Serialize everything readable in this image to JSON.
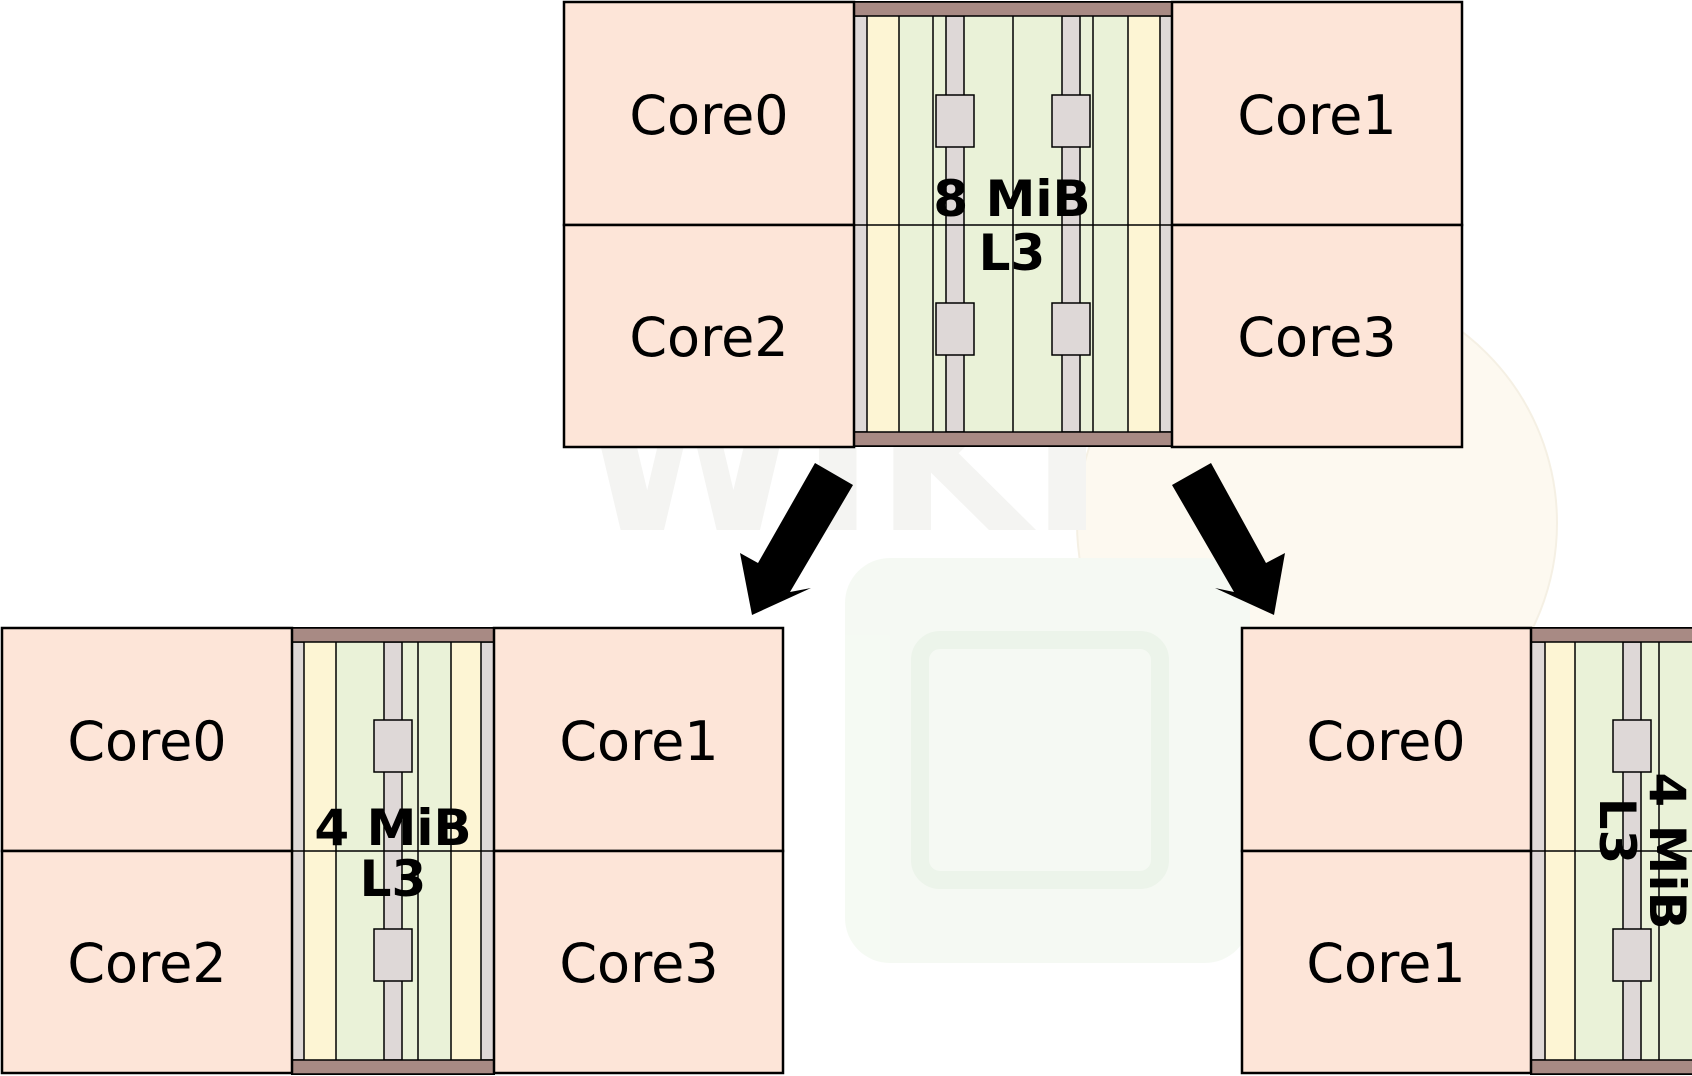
{
  "colors": {
    "core_fill": "#fde5d8",
    "cache_green": "#eaf2d8",
    "cache_yellow": "#fdf5d4",
    "cache_rail": "#ded8d7",
    "cache_bar": "#a88a84",
    "stroke": "#000000",
    "watermark": "#f1f1ef"
  },
  "top_die": {
    "cores": [
      "Core0",
      "Core1",
      "Core2",
      "Core3"
    ],
    "cache_line1": "8 MiB",
    "cache_line2": "L3"
  },
  "left_die": {
    "cores": [
      "Core0",
      "Core1",
      "Core2",
      "Core3"
    ],
    "cache_line1": "4 MiB",
    "cache_line2": "L3"
  },
  "right_die": {
    "cores": [
      "Core0",
      "Core1"
    ],
    "cache_line1": "4 MiB",
    "cache_line2": "L3"
  },
  "icons": [
    "arrow-down-left-icon",
    "arrow-down-right-icon",
    "wikichip-watermark-icon"
  ]
}
